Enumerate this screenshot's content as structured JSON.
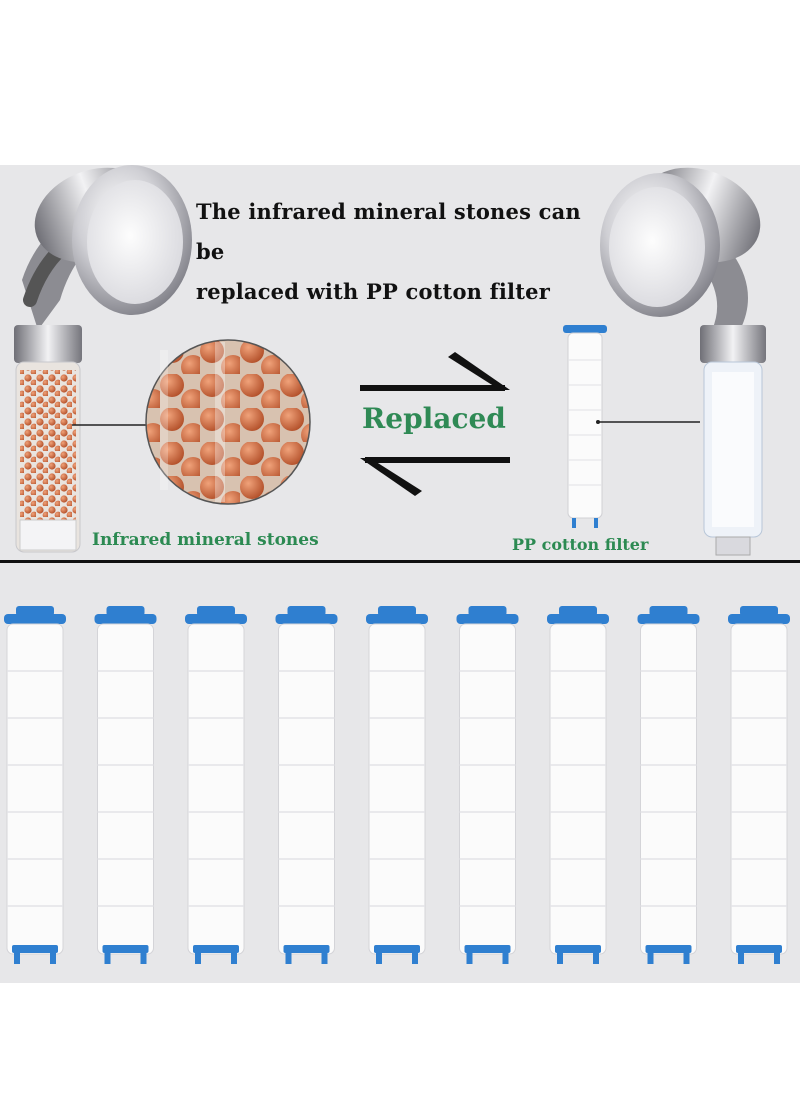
{
  "headline": {
    "line1": "The infrared mineral stones can be",
    "line2": "replaced with PP cotton filter"
  },
  "center_label": "Replaced",
  "left_caption": "Infrared mineral stones",
  "right_caption": "PP cotton filter",
  "filter_cartridges": {
    "count": 9
  },
  "colors": {
    "background": "#e7e7e9",
    "caption_green": "#2c8a52",
    "filter_cap_blue": "#2f7fd0",
    "stone_orange": "#c8643a"
  }
}
